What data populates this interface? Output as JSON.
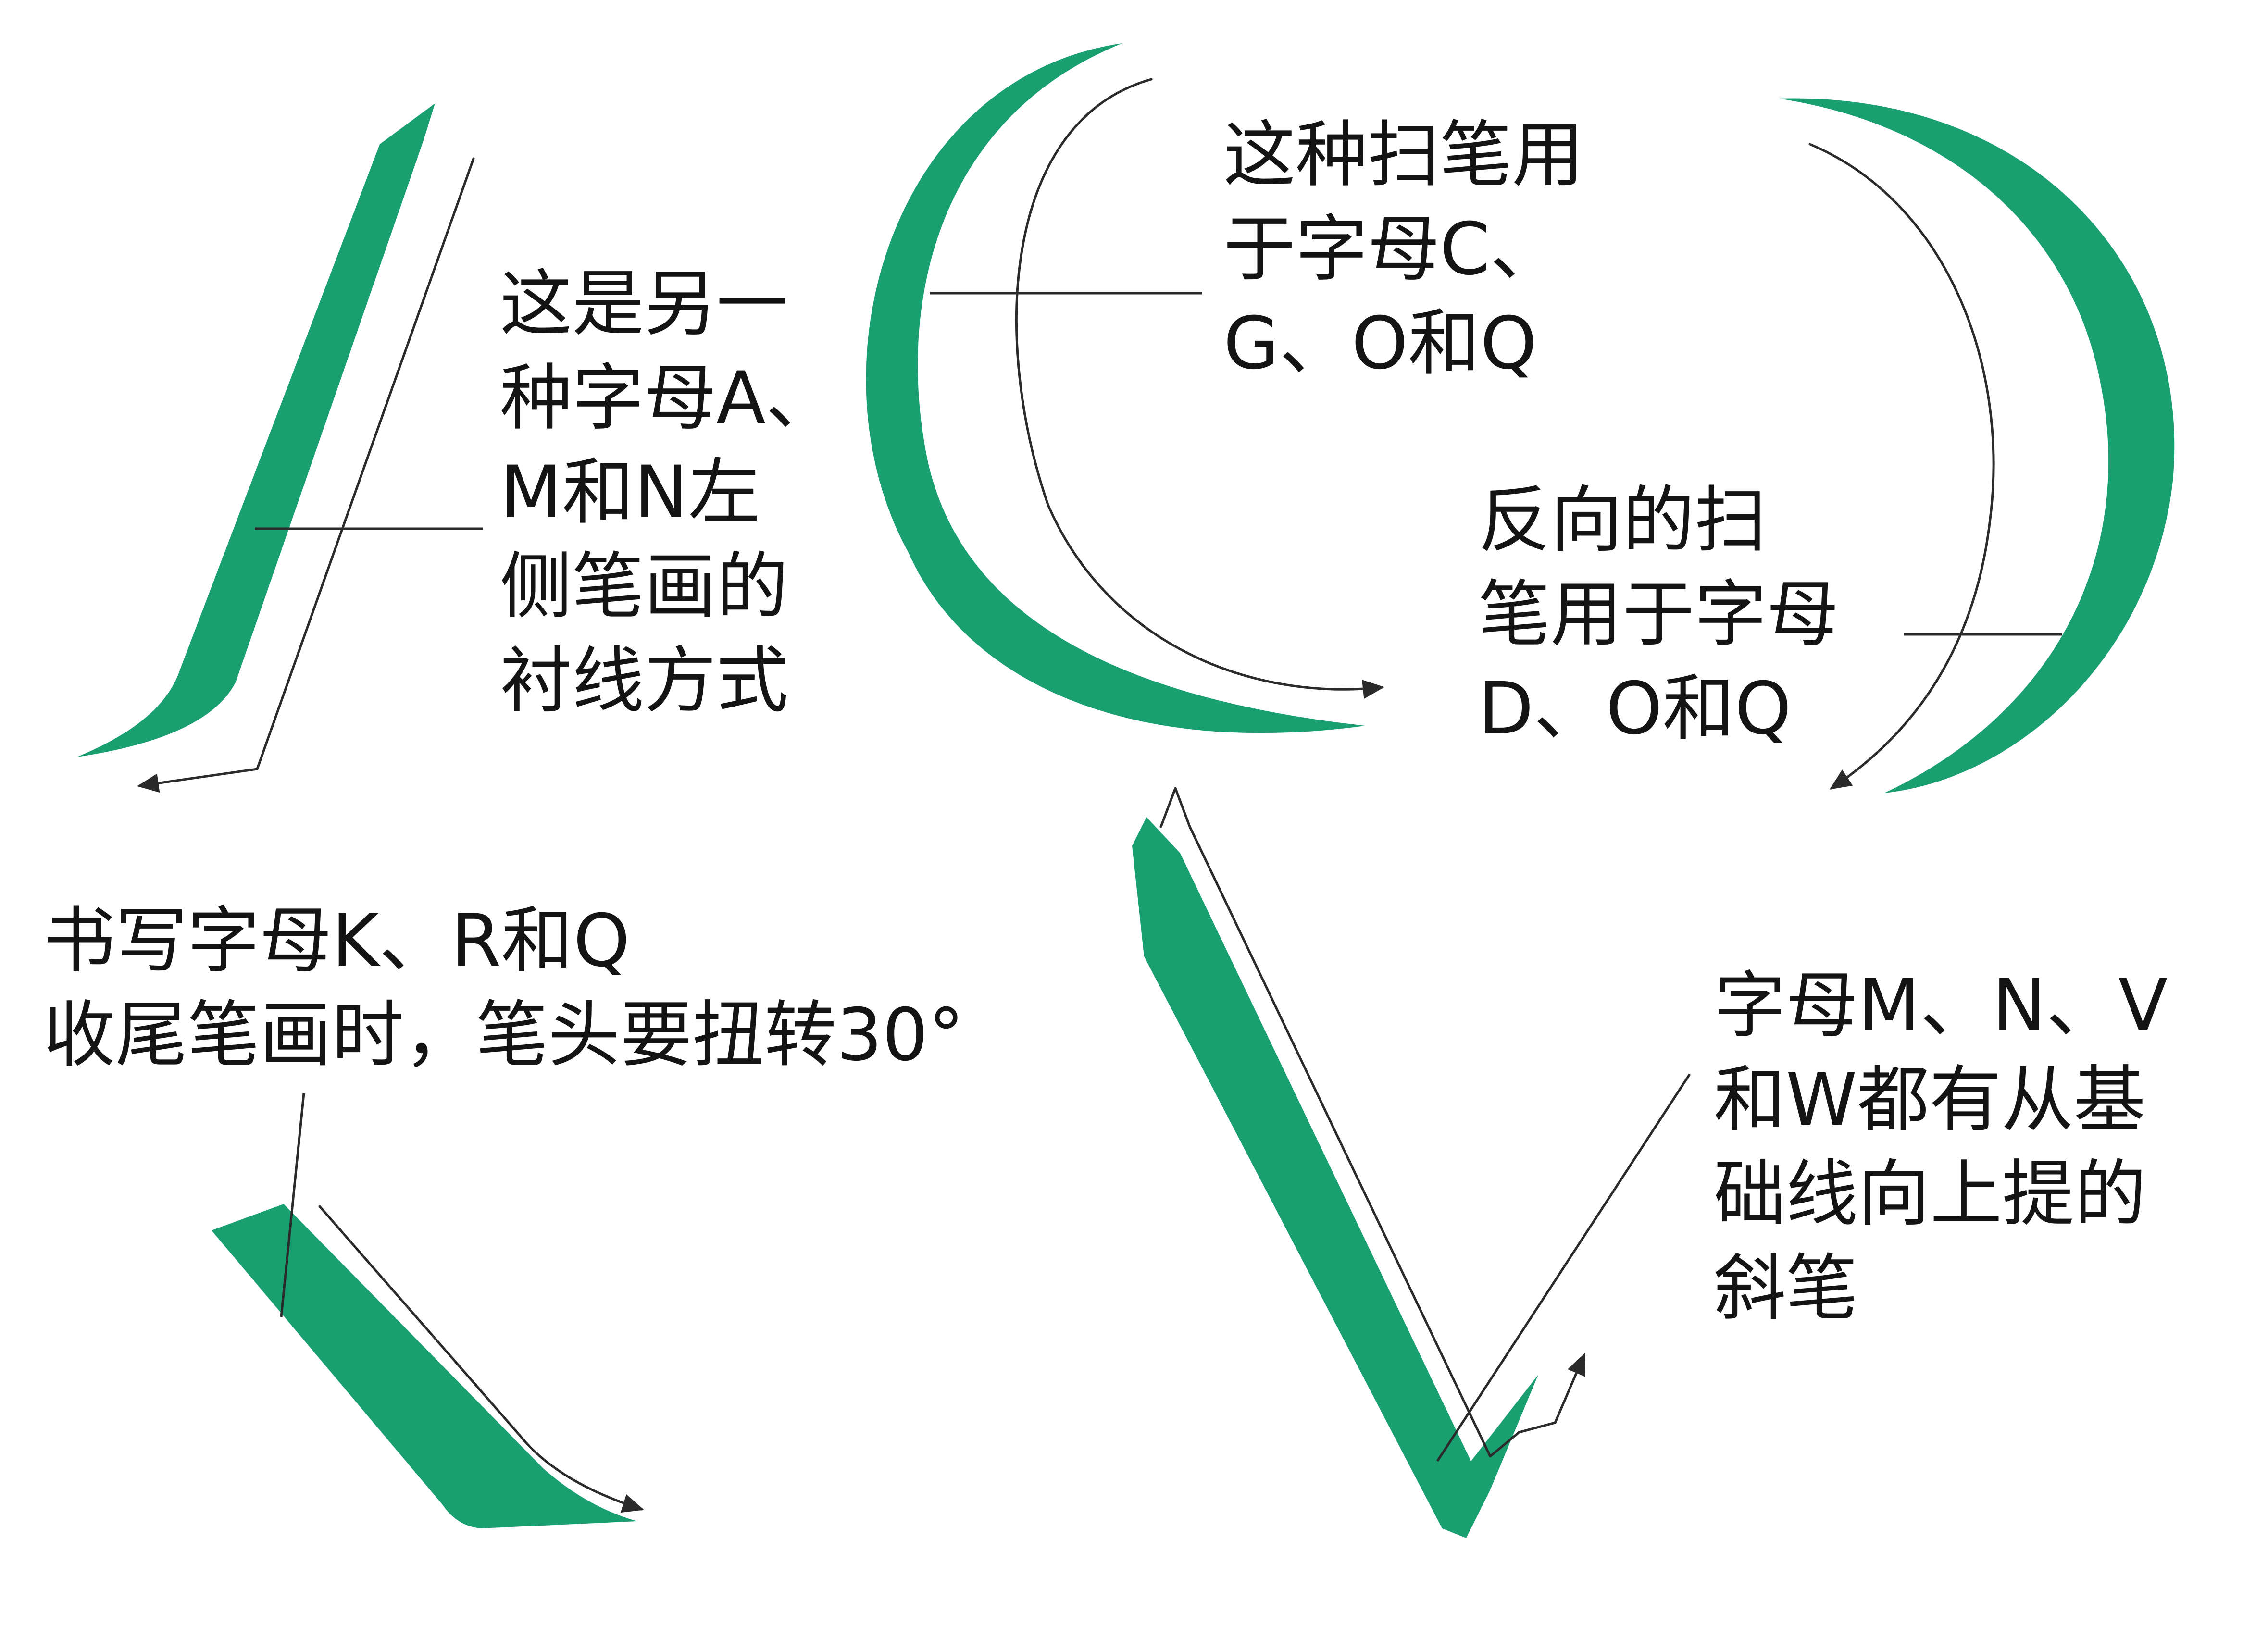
{
  "colors": {
    "stroke_fill": "#1aa070",
    "guide_line": "#2b2b2b",
    "text": "#141414",
    "background": "#ffffff"
  },
  "annotations": {
    "a_serif": [
      "这是另一",
      "种字母A、",
      "M和N左",
      "侧笔画的",
      "衬线方式"
    ],
    "c_sweep": [
      "这种扫笔用",
      "于字母C、",
      "G、O和Q"
    ],
    "reverse_sweep": [
      "反向的扫",
      "笔用于字母",
      "D、O和Q"
    ],
    "kr_tail": [
      "书写字母K、R和Q",
      "收尾笔画时，笔头要扭转30°"
    ],
    "diagonal": [
      "字母M、N、V",
      "和W都有从基",
      "础线向上提的",
      "斜笔"
    ]
  },
  "strokes": [
    {
      "name": "a-serif-stroke",
      "shape": "slanted-stroke-with-serif"
    },
    {
      "name": "c-sweep-stroke",
      "shape": "left-crescent"
    },
    {
      "name": "reverse-sweep-stroke",
      "shape": "right-crescent"
    },
    {
      "name": "kr-tail-stroke",
      "shape": "descending-diagonal"
    },
    {
      "name": "diagonal-v-stroke",
      "shape": "v-with-upstroke"
    }
  ]
}
